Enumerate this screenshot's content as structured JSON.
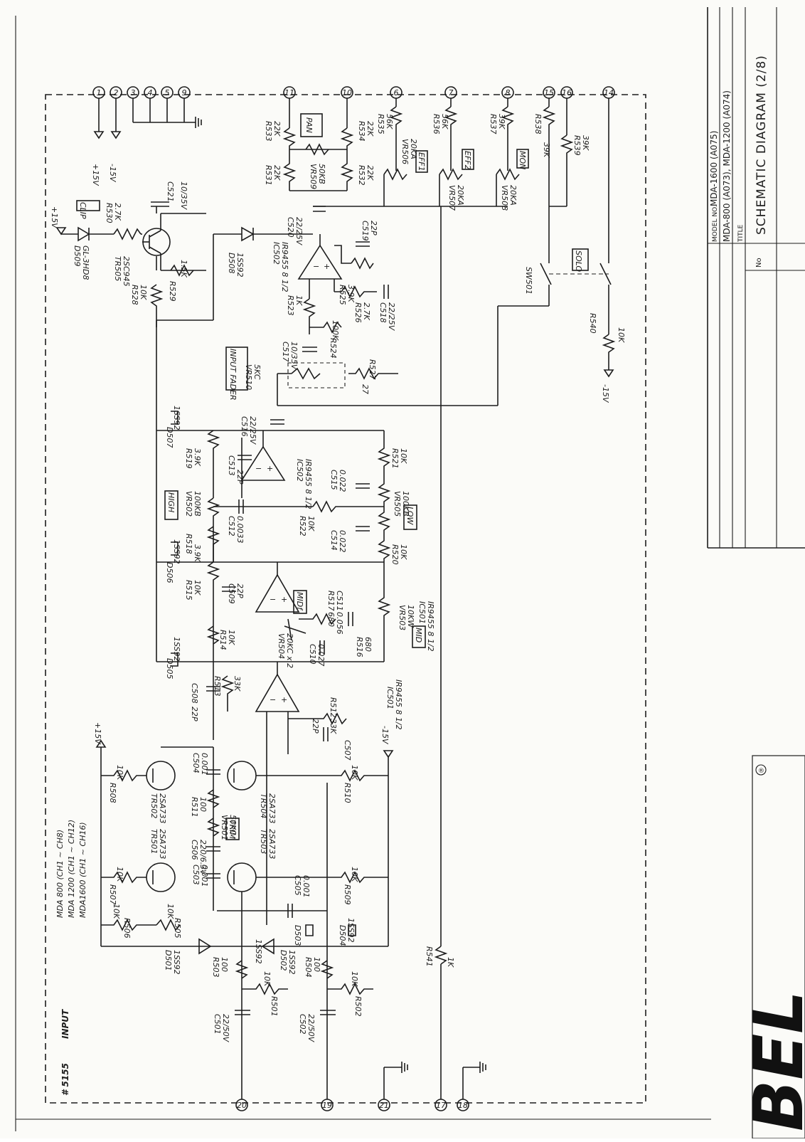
{
  "header": {
    "sheet_id": "# 5155",
    "section": "INPUT",
    "models": [
      "MDA 800 (CH1 ~ CH8)",
      "MDA 1200 (CH1 ~ CH12)",
      "MDA1600 (CH1 ~ CH16)"
    ]
  },
  "title_block": {
    "model_label": "MODEL NO.",
    "model_line1": "MDA-1600 (A075)",
    "model_line2": "MDA-800 (A073), MDA-1200 (A074)",
    "title_label": "TITLE",
    "title": "SCHEMATIC DIAGRAM (2/8)",
    "no_label": "No"
  },
  "logo_text": "BEL",
  "connectors": [
    "1",
    "2",
    "3",
    "4",
    "5",
    "9",
    "11",
    "10",
    "6",
    "7",
    "8",
    "15",
    "16",
    "14",
    "20",
    "19",
    "21",
    "17",
    "18"
  ],
  "power_labels": {
    "pos": "+15V",
    "neg": "-15V"
  },
  "function_boxes": {
    "clip": "CLIP",
    "pan": "PAN",
    "eff1": "EFF1",
    "eff2": "EFF2",
    "mon": "MON",
    "solo": "SOLO",
    "input_fader": "INPUT FADER",
    "high": "HIGH",
    "low": "LOW",
    "mid": "MID",
    "midf": "MIDf",
    "trim": "TRIM"
  },
  "components": {
    "d509": "D509",
    "d509v": "GL-3HD8",
    "r530": "R530",
    "r530v": "2.7K",
    "c521": "C521",
    "c521v": "10/35V",
    "tr505": "TR505",
    "tr505v": "2SC945",
    "r528": "R528",
    "r528v": "10K",
    "r529": "R529",
    "r529v": "1.5K",
    "d508": "D508",
    "d508v": "1SS92",
    "c520": "C520",
    "c520v": "22/25V",
    "r533": "R533",
    "r533v": "22K",
    "r534": "R534",
    "r534v": "22K",
    "r531": "R531",
    "r531v": "22K",
    "r532": "R532",
    "r532v": "22K",
    "vr509": "VR509",
    "vr509v": "50KB",
    "r535": "R535",
    "r535v": "56K",
    "r536": "R536",
    "r536v": "56K",
    "r537": "R537",
    "r537v": "39K",
    "r538": "R538",
    "r538v": "39K",
    "r539": "R539",
    "r539v": "39K",
    "vr506": "VR506",
    "vr506v": "20KA",
    "vr507": "VR507",
    "vr507v": "20KA",
    "vr508": "VR508",
    "vr508v": "20KA",
    "ic502": "IC502",
    "ic502v": "IR9455 8 1/2",
    "r525": "R525",
    "r525v": "3.9K",
    "c519": "C519",
    "c519v": "22P",
    "r526": "R526",
    "r526v": "2.7K",
    "c518": "C518",
    "c518v": "22/25V",
    "r523": "R523",
    "r523v": "1K",
    "r524": "R524",
    "r524v": "100K",
    "c517": "C517",
    "c517v": "10/35V",
    "sw501": "SW501",
    "r540": "R540",
    "r540v": "10K",
    "vr510": "VR510",
    "vr510v": "5KC",
    "r527": "R527",
    "r527v": "27",
    "c516": "C516",
    "c516v": "22/25V",
    "d507": "D507",
    "d507v": "1SS92",
    "r519": "R519",
    "r519v": "3.9K",
    "c513": "C513",
    "c513v": "22P",
    "c515": "C515",
    "c515v": "0.022",
    "r521": "R521",
    "r521v": "10K",
    "vr502": "VR502",
    "vr502v": "100KB",
    "c512": "C512",
    "c512v": "0.0033",
    "r522": "R522",
    "r522v": "10K",
    "vr505": "VR505",
    "vr505v": "100KB",
    "c514": "C514",
    "c514v": "0.022",
    "r518": "R518",
    "r518v": "3.9K",
    "r520": "R520",
    "r520v": "10K",
    "d506": "D506",
    "d506v": "1SS92",
    "r515": "R515",
    "r515v": "10K",
    "c509": "C509",
    "c509v": "22P",
    "ic501": "IC501",
    "ic501v": "IR9455 8 1/2",
    "r517": "R517",
    "r517v": "680",
    "c511": "C511",
    "c511v": "0.056",
    "vr503": "VR503",
    "vr503v": "10KW",
    "r516": "R516",
    "r516v": "680",
    "vr504": "VR504",
    "vr504v": "20KC x 2",
    "c510": "C510",
    "c510v": "0.027",
    "d505": "D505",
    "d505v": "1SS92",
    "r514": "R514",
    "r514v": "10K",
    "c508": "C508",
    "c508v": "22P",
    "r513": "R513",
    "r513v": "33K",
    "r512": "R512",
    "r512v": "33K",
    "c507": "C507",
    "c507v": "22P",
    "tr501": "TR501",
    "tr502": "TR502",
    "tr503": "TR503",
    "tr504": "TR504",
    "trv": "2SA733",
    "r508": "R508",
    "r507": "R507",
    "r509": "R509",
    "r510": "R510",
    "r10k": "10K",
    "c504": "C504",
    "c504v": "0.001",
    "c503": "C503",
    "c503v": "0.001",
    "c505": "C505",
    "c505v": "0.001",
    "c506": "C506",
    "c506v": "220/6.3V",
    "r511": "R511",
    "r511v": "100",
    "vr501": "VR501",
    "vr501v": "50KC",
    "r506": "R506",
    "r505": "R505",
    "d503": "D503",
    "d504": "D504",
    "d501": "D501",
    "d502": "D502",
    "dv": "1SS92",
    "r503": "R503",
    "r503v": "100",
    "r504": "R504",
    "r504v": "100",
    "r501": "R501",
    "r502": "R502",
    "c501": "C501",
    "c501v": "22/50V",
    "c502": "C502",
    "c502v": "22/50V",
    "r541": "R541",
    "r541v": "1K"
  }
}
